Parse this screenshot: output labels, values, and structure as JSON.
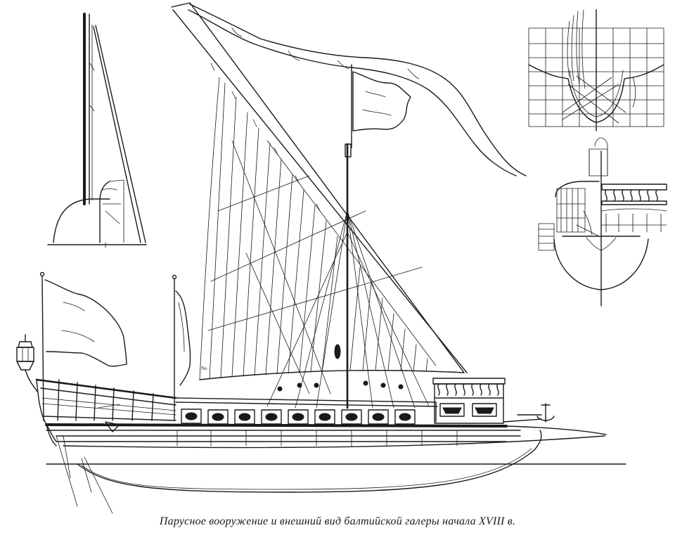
{
  "figure": {
    "caption": "Парусное вооружение и внешний вид  балтийской галеры начала XVIII в.",
    "sail_mark": "No"
  },
  "palette": {
    "ink": "#1a1a1a",
    "paper": "#ffffff"
  },
  "views": [
    {
      "id": "mast-detail",
      "icon": "mast-step-detail"
    },
    {
      "id": "midship-section",
      "icon": "hull-cross-section-grid"
    },
    {
      "id": "stern-section",
      "icon": "stern-balustrade-section"
    },
    {
      "id": "galley-profile",
      "icon": "lateen-rigged-galley"
    }
  ]
}
